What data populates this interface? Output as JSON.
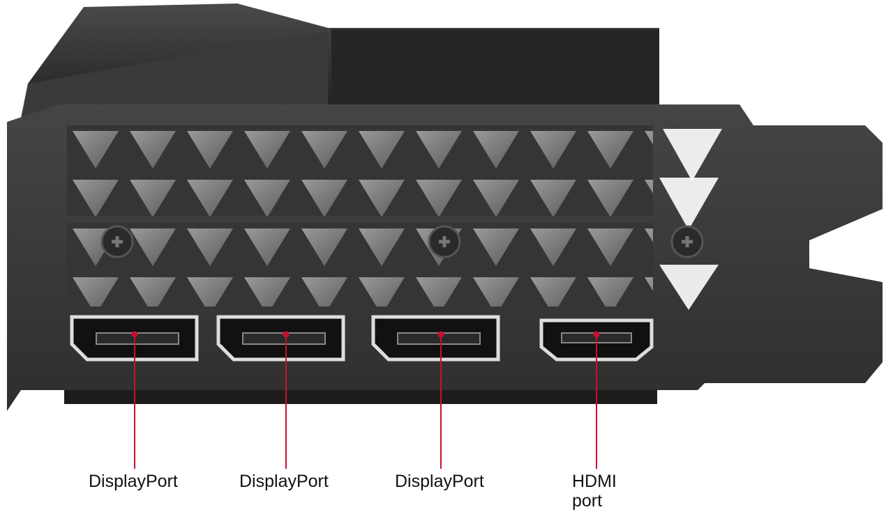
{
  "callouts": [
    {
      "label": "DisplayPort"
    },
    {
      "label": "DisplayPort"
    },
    {
      "label": "DisplayPort"
    },
    {
      "label": "HDMI\nport"
    }
  ],
  "colors": {
    "background": "#ffffff",
    "bracket": "#3a3a3a",
    "shroud": "#2a2a2a",
    "port_metal": "#d8d8d8",
    "leader_line": "#c8102e",
    "label_text": "#111111"
  },
  "icons": [
    "gpu-io-bracket",
    "displayport-connector",
    "hdmi-connector",
    "screw-head"
  ]
}
